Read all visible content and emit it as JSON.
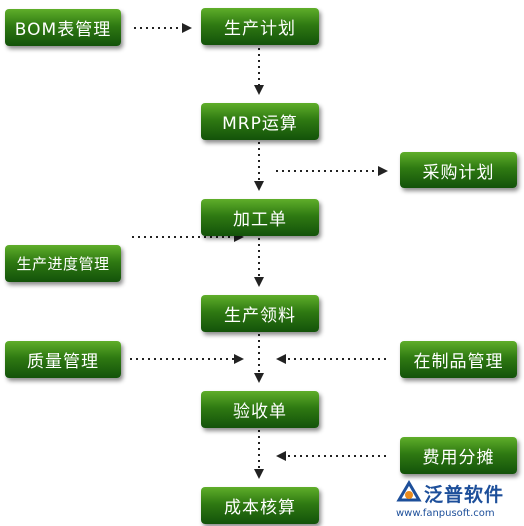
{
  "nodes": {
    "bom": "BOM表管理",
    "plan": "生产计划",
    "mrp": "MRP运算",
    "purchase": "采购计划",
    "process": "加工单",
    "progress": "生产进度管理",
    "material": "生产领料",
    "quality": "质量管理",
    "wip": "在制品管理",
    "inspect": "验收单",
    "cost_share": "费用分摊",
    "costing": "成本核算"
  },
  "logo": {
    "name": "泛普软件",
    "url": "www.fanpusoft.com"
  },
  "colors": {
    "node_top": "#5fae2a",
    "node_bottom": "#13520a",
    "edge": "#222222",
    "logo": "#1d4f9a"
  }
}
